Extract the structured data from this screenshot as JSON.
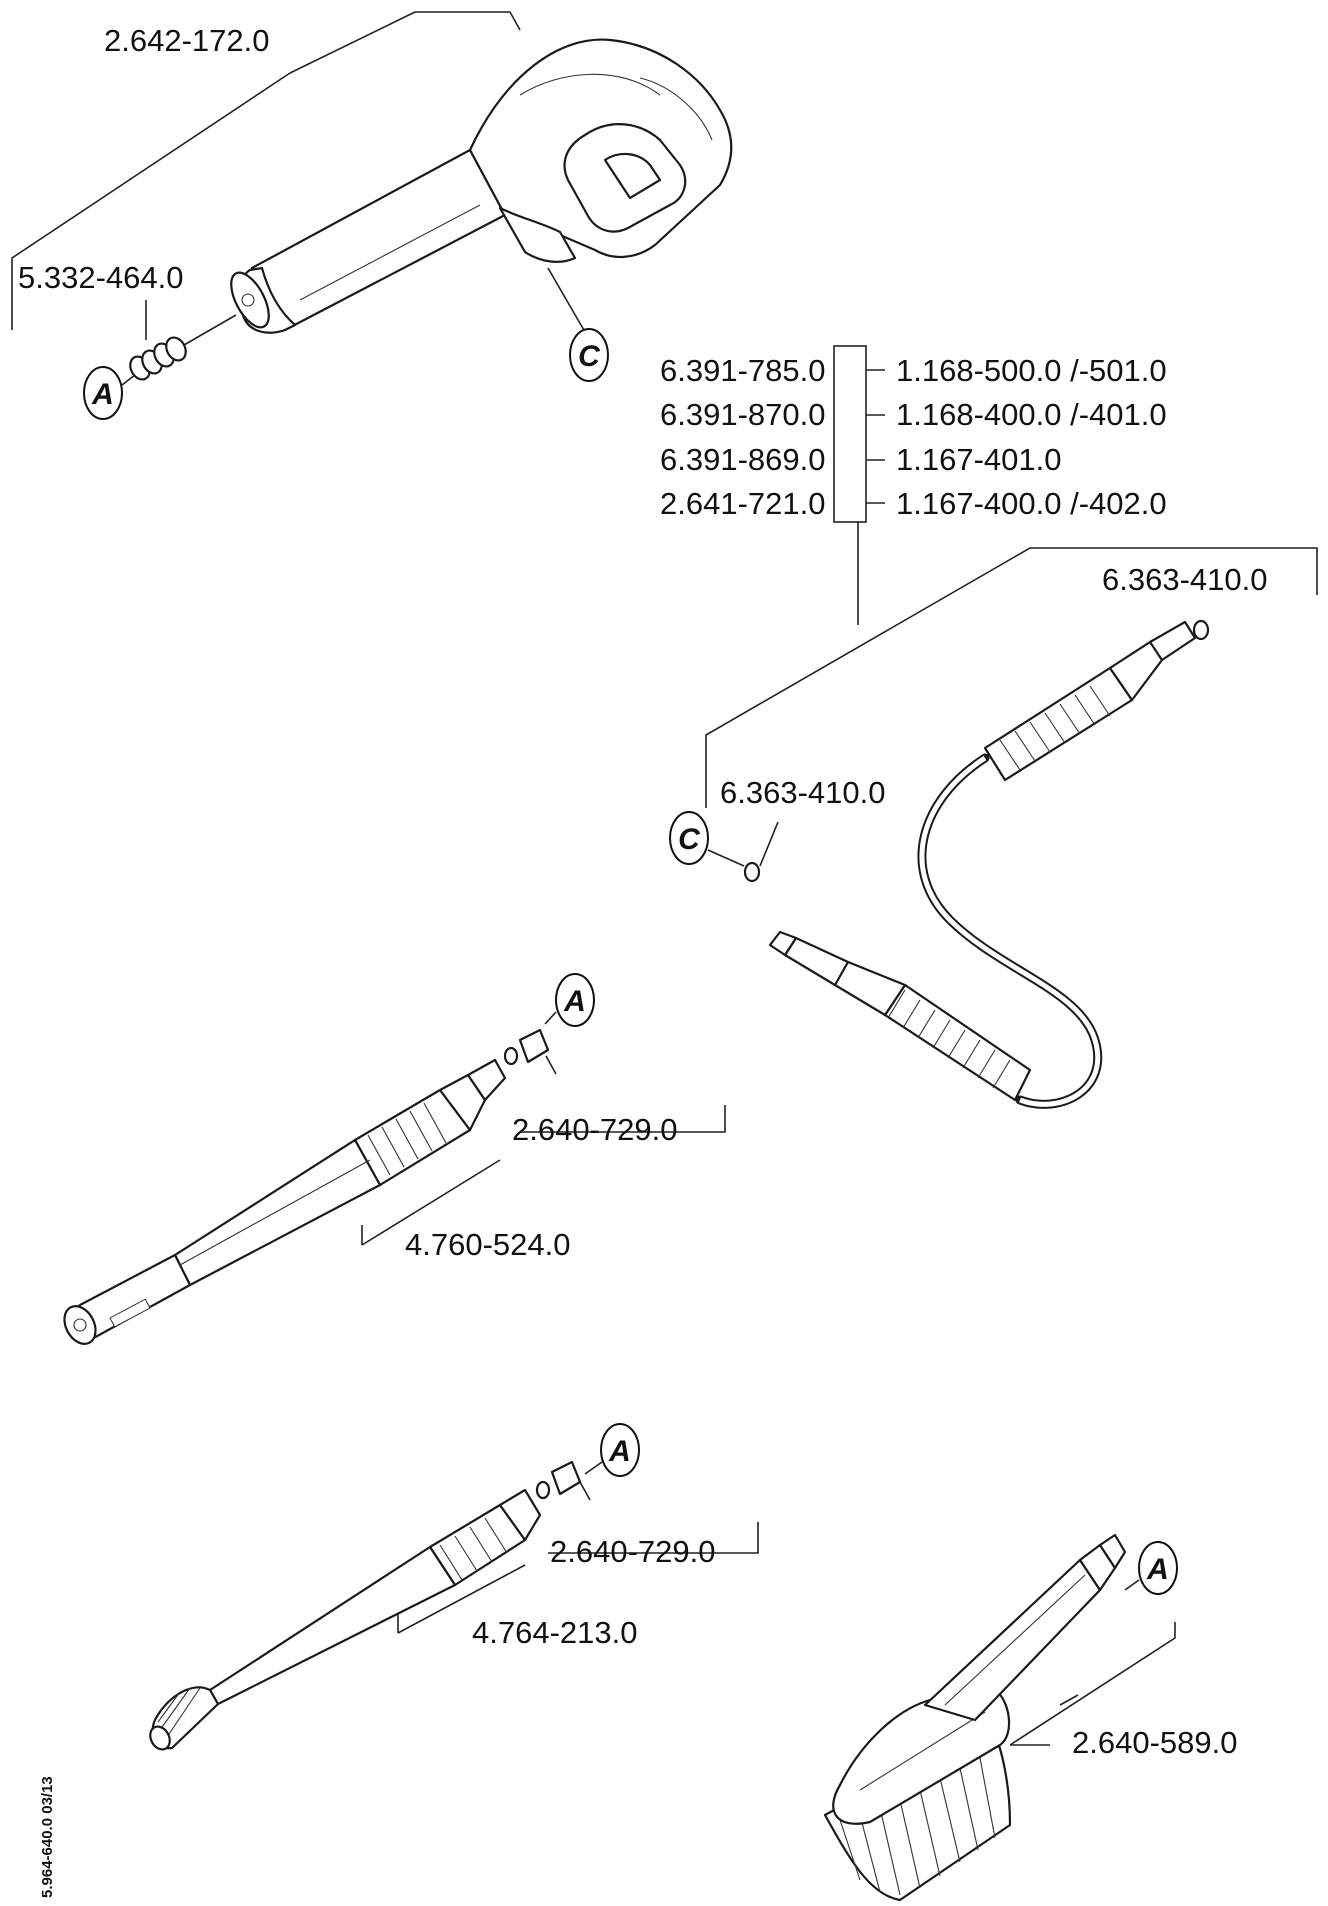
{
  "labels": {
    "gun": "2.642-172.0",
    "gun_insert": "5.332-464.0",
    "hose_table": [
      {
        "left": "6.391-785.0",
        "right": "1.168-500.0 /-501.0"
      },
      {
        "left": "6.391-870.0",
        "right": "1.168-400.0 /-401.0"
      },
      {
        "left": "6.391-869.0",
        "right": "1.167-401.0"
      },
      {
        "left": "2.641-721.0",
        "right": "1.167-400.0 /-402.0"
      }
    ],
    "oring_top": "6.363-410.0",
    "oring_hose_end": "6.363-410.0",
    "lance1_nozzle": "2.640-729.0",
    "lance1": "4.760-524.0",
    "lance2_nozzle": "2.640-729.0",
    "lance2": "4.764-213.0",
    "brush": "2.640-589.0"
  },
  "badges": {
    "a1": "A",
    "c1": "C",
    "c2": "C",
    "a2": "A",
    "a3": "A",
    "a4": "A"
  },
  "footer_code": "5.964-640.0  03/13"
}
